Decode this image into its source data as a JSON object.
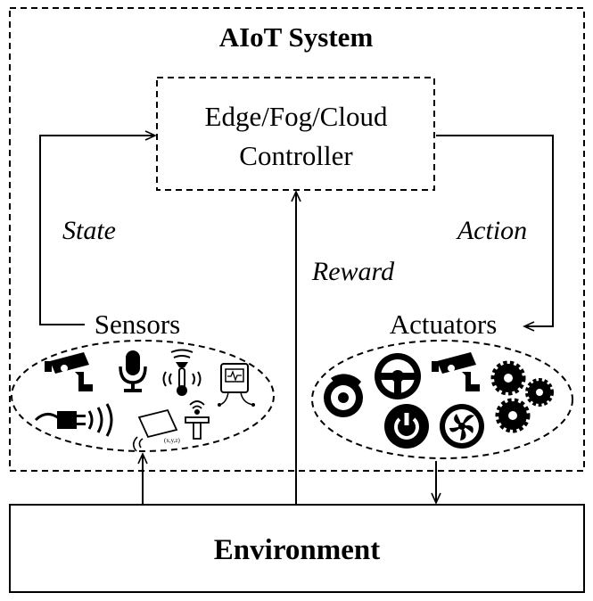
{
  "system": {
    "title": "AIoT System"
  },
  "controller": {
    "line1": "Edge/Fog/Cloud",
    "line2": "Controller"
  },
  "labels": {
    "state": "State",
    "action": "Action",
    "reward": "Reward"
  },
  "sensors": {
    "label": "Sensors",
    "icons": [
      "cctv-camera-icon",
      "microphone-icon",
      "thermometer-icon",
      "monitor-device-icon",
      "wireless-plug-icon",
      "rfid-tag-icon",
      "gps-sensor-icon"
    ],
    "tag_text": "(x,y,z)"
  },
  "actuators": {
    "label": "Actuators",
    "icons": [
      "disc-brake-icon",
      "steering-wheel-icon",
      "cctv-camera-icon",
      "gears-icon",
      "power-button-icon",
      "fan-icon"
    ]
  },
  "environment": {
    "label": "Environment"
  },
  "colors": {
    "line": "#000000",
    "background": "#ffffff"
  }
}
